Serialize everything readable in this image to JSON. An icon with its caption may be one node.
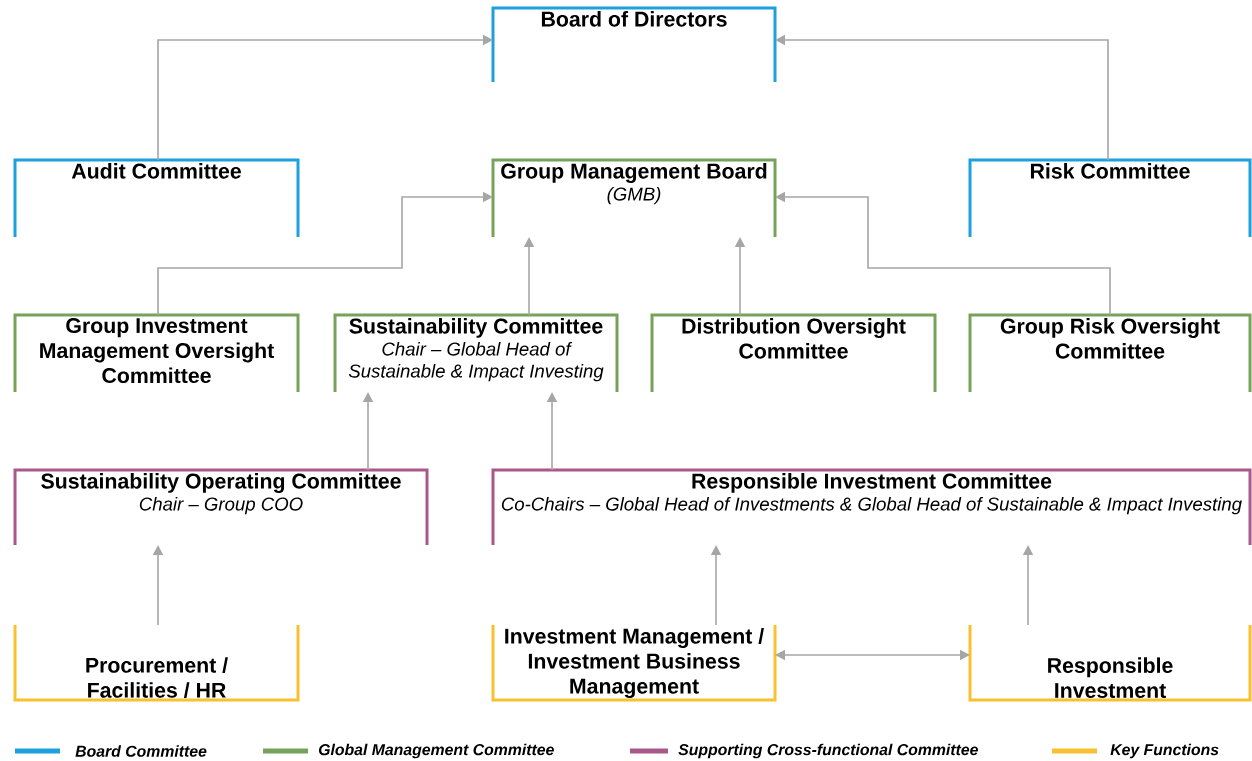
{
  "diagram": {
    "nodes": [
      {
        "text": [
          "Board of Directors"
        ]
      },
      {
        "text": [
          "Audit Committee"
        ]
      },
      {
        "text": [
          "Group Management Board",
          "(GMB)"
        ]
      },
      {
        "text": [
          "Risk Committee"
        ]
      },
      {
        "text": [
          "Group Investment Management Oversight Committee"
        ]
      },
      {
        "text": [
          "Sustainability Committee",
          "Chair – Global Head of Sustainable & Impact Investing"
        ]
      },
      {
        "text": [
          "Distribution Oversight Committee"
        ]
      },
      {
        "text": [
          "Group Risk Oversight Committee"
        ]
      },
      {
        "text": [
          "Sustainability Operating Committee",
          "Chair – Group COO"
        ]
      },
      {
        "text": [
          "Responsible Investment Committee",
          "Co-Chairs – Global Head of Investments & Global Head of Sustainable & Impact Investing"
        ]
      },
      {
        "text": [
          "Procurement / Facilities / HR"
        ]
      },
      {
        "text": [
          "Investment Management / Investment Business Management"
        ]
      },
      {
        "text": [
          "Responsible Investment"
        ]
      }
    ],
    "edges": [
      {
        "from": 1,
        "to": 0,
        "arrow": "to"
      },
      {
        "from": 3,
        "to": 0,
        "arrow": "to"
      },
      {
        "from": 4,
        "to": 2,
        "arrow": "to"
      },
      {
        "from": 5,
        "to": 2,
        "arrow": "to"
      },
      {
        "from": 6,
        "to": 2,
        "arrow": "to"
      },
      {
        "from": 7,
        "to": 2,
        "arrow": "to"
      },
      {
        "from": 8,
        "to": 5,
        "arrow": "to"
      },
      {
        "from": 9,
        "to": 5,
        "arrow": "to"
      },
      {
        "from": 10,
        "to": 8,
        "arrow": "to"
      },
      {
        "from": 11,
        "to": 9,
        "arrow": "to"
      },
      {
        "from": 12,
        "to": 9,
        "arrow": "to"
      },
      {
        "from": 11,
        "to": 12,
        "arrow": "both"
      }
    ],
    "legend": [
      {
        "text": "Board Committee",
        "color": "#1ea0dc"
      },
      {
        "text": "Global Management Committee",
        "color": "#77a25a"
      },
      {
        "text": "Supporting Cross-functional Committee",
        "color": "#a9588a"
      },
      {
        "text": "Key Functions",
        "color": "#f9c02f"
      }
    ]
  }
}
